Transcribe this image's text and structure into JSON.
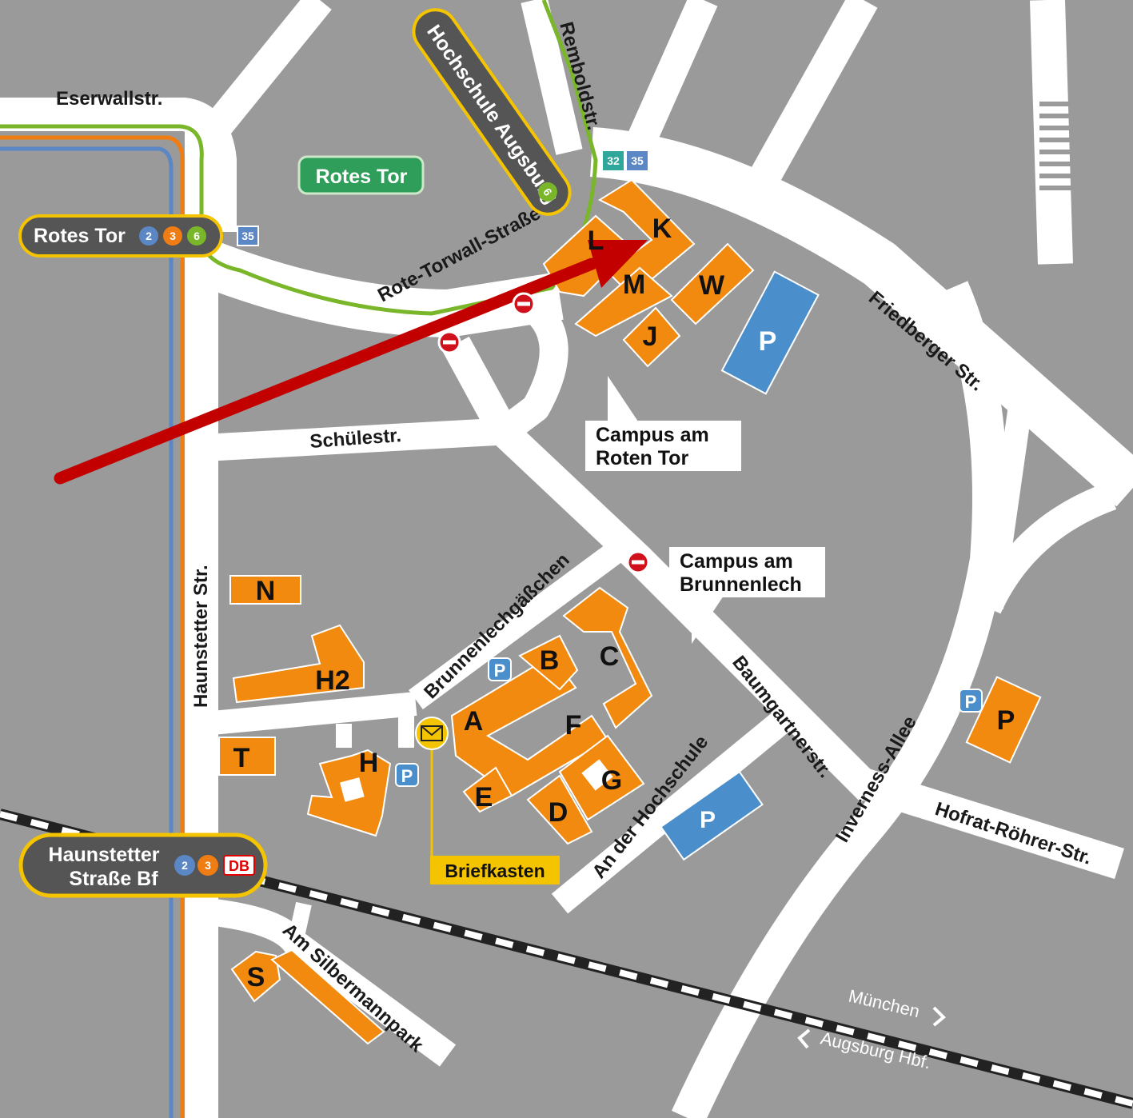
{
  "map": {
    "colors": {
      "background": "#9a9a9a",
      "road": "#ffffff",
      "building": "#f28a10",
      "parking": "#4a8fcb",
      "route_arrow": "#c20000",
      "station_fill": "#555555",
      "station_border": "#f5c400",
      "tram_green": "#7ab629",
      "tram_orange": "#f07d14",
      "tram_blue": "#5b87c5",
      "tram_green_stop": "#2f9e5b",
      "mailbox": "#f5c400"
    },
    "streets": {
      "eserwall": "Eserwallstr.",
      "rembold": "Remboldstr.",
      "rote_torwall": "Rote-Torwall-Straße",
      "friedberger": "Friedberger Str.",
      "schuele": "Schülestr.",
      "haunstetter": "Haunstetter Str.",
      "brunnenlechgaesschen": "Brunnenlechgäßchen",
      "baumgartner": "Baumgartnerstr.",
      "inverness": "Inverness-Allee",
      "hofrat": "Hofrat-Röhrer-Str.",
      "an_der_hochschule": "An der Hochschule",
      "am_silbermannpark": "Am Silbermannpark"
    },
    "stations": {
      "rotes_tor": {
        "name": "Rotes Tor",
        "lines": [
          "2",
          "3",
          "6"
        ]
      },
      "hochschule": {
        "name": "Hochschule Augsburg",
        "lines": [
          "6"
        ]
      },
      "haunstetter_bf": {
        "name_line1": "Haunstetter",
        "name_line2": "Straße Bf",
        "lines": [
          "2",
          "3"
        ],
        "rail": "DB"
      }
    },
    "park_label": "Rotes Tor",
    "bus_stops": {
      "rotes_tor_bus": "35",
      "top_a": "32",
      "top_b": "35"
    },
    "campus_labels": {
      "roten_tor_l1": "Campus am",
      "roten_tor_l2": "Roten Tor",
      "brunnenlech_l1": "Campus am",
      "brunnenlech_l2": "Brunnenlech"
    },
    "buildings": {
      "K": "K",
      "L": "L",
      "M": "M",
      "W": "W",
      "J": "J",
      "N": "N",
      "H2": "H2",
      "T": "T",
      "H": "H",
      "A": "A",
      "B": "B",
      "C": "C",
      "D": "D",
      "E": "E",
      "F": "F",
      "G": "G",
      "S": "S",
      "P": "P"
    },
    "parking_label": "P",
    "mailbox_label": "Briefkasten",
    "directions": {
      "munich": "München",
      "hbf": "Augsburg Hbf."
    }
  }
}
